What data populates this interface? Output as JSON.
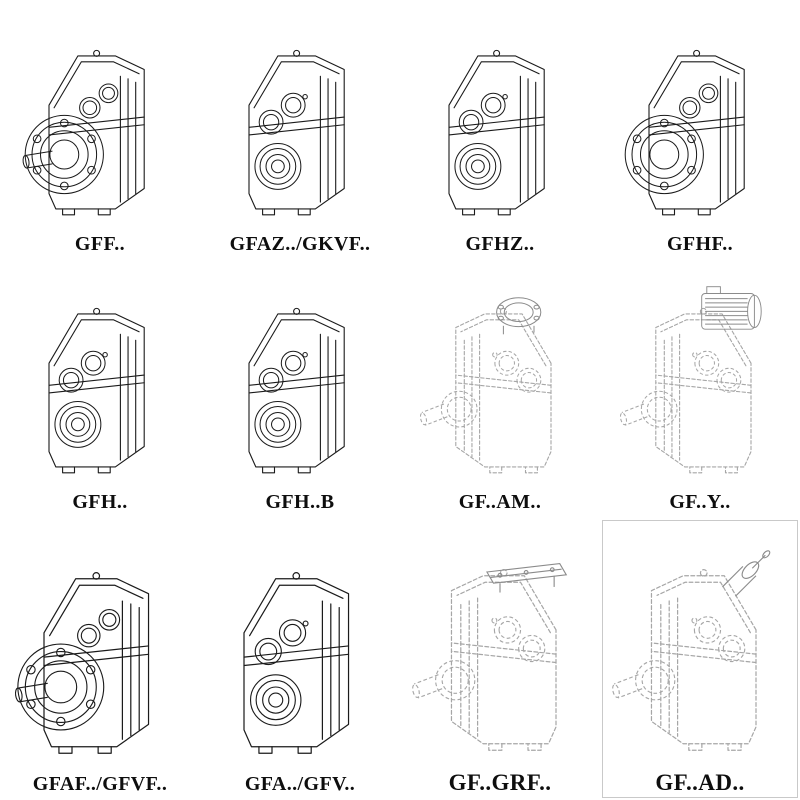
{
  "colors": {
    "ink": "#1b1b1b",
    "faint_line": "#a6a6a6",
    "accessory_line": "#8b8b8b",
    "box_border": "#c9c9c9",
    "background": "#ffffff"
  },
  "grid": {
    "rows": 3,
    "columns": 4
  },
  "cells": [
    {
      "label": "GFF..",
      "drawing": "flange-output-gearbox-with-shaft",
      "line_style": "solid"
    },
    {
      "label": "GFAZ../GKVF..",
      "drawing": "hollow-shaft-gearbox",
      "line_style": "solid"
    },
    {
      "label": "GFHZ..",
      "drawing": "hollow-shaft-gearbox",
      "line_style": "solid"
    },
    {
      "label": "GFHF..",
      "drawing": "flange-output-gearbox",
      "line_style": "solid"
    },
    {
      "label": "GFH..",
      "drawing": "hollow-shaft-gearbox",
      "line_style": "solid"
    },
    {
      "label": "GFH..B",
      "drawing": "hollow-shaft-gearbox-foot-mounted",
      "line_style": "solid"
    },
    {
      "label": "GF..AM..",
      "drawing": "gearbox-with-motor-adapter-flange",
      "line_style": "dashed"
    },
    {
      "label": "GF..Y..",
      "drawing": "gearbox-with-mounted-motor",
      "line_style": "dashed"
    },
    {
      "label": "GFAF../GFVF..",
      "drawing": "flange-output-gearbox-with-shaft",
      "line_style": "solid"
    },
    {
      "label": "GFA../GFV..",
      "drawing": "hollow-shaft-gearbox",
      "line_style": "solid"
    },
    {
      "label": "GF..GRF..",
      "drawing": "gearbox-with-top-mounting-plate",
      "line_style": "dashed"
    },
    {
      "label": "GF..AD..",
      "drawing": "gearbox-with-input-shaft-adapter",
      "line_style": "dashed"
    }
  ]
}
